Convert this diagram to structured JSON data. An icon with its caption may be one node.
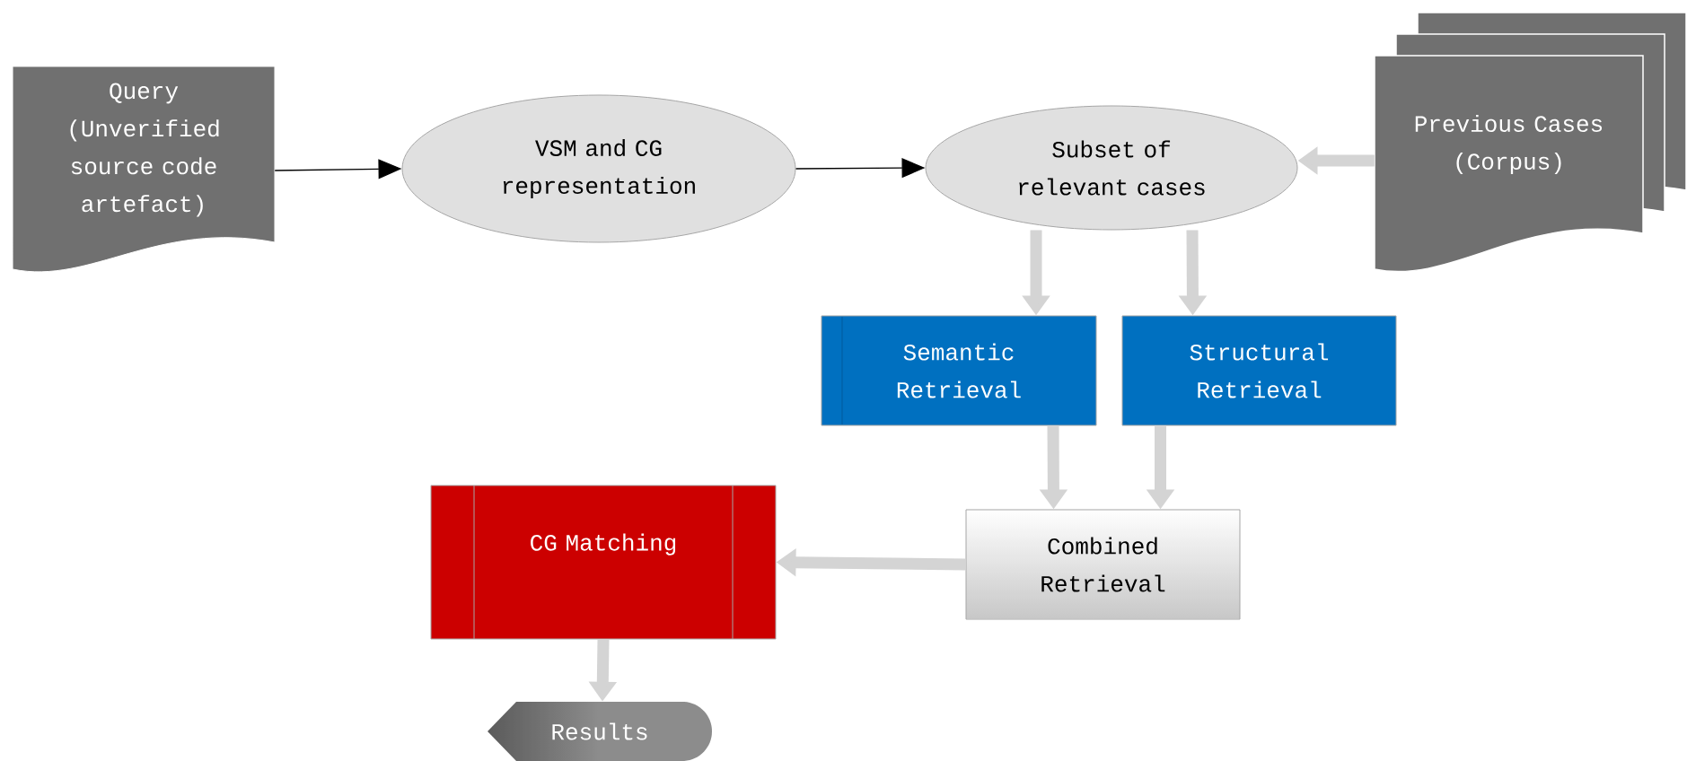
{
  "diagram": {
    "nodes": [
      {
        "text": [
          "Query (Unverified source code artefact)"
        ]
      },
      {
        "text": [
          "VSM and CG representation"
        ]
      },
      {
        "text": [
          "Subset of relevant cases"
        ]
      },
      {
        "text": [
          "Previous Cases (Corpus)"
        ]
      },
      {
        "text": [
          "Semantic Retrieval"
        ]
      },
      {
        "text": [
          "Structural Retrieval"
        ]
      },
      {
        "text": [
          "Combined Retrieval"
        ]
      },
      {
        "text": [
          "CG Matching"
        ]
      },
      {
        "text": [
          "Results"
        ]
      }
    ],
    "edges": [
      {
        "from": 0,
        "to": 1,
        "arrow": "to",
        "color": "#000000"
      },
      {
        "from": 1,
        "to": 2,
        "arrow": "to",
        "color": "#000000"
      },
      {
        "from": 3,
        "to": 2,
        "arrow": "to"
      },
      {
        "from": 2,
        "to": 4,
        "arrow": "to"
      },
      {
        "from": 2,
        "to": 5,
        "arrow": "to"
      },
      {
        "from": 4,
        "to": 6,
        "arrow": "to"
      },
      {
        "from": 5,
        "to": 6,
        "arrow": "to"
      },
      {
        "from": 6,
        "to": 7,
        "arrow": "to"
      },
      {
        "from": 7,
        "to": 8,
        "arrow": "to"
      }
    ]
  }
}
